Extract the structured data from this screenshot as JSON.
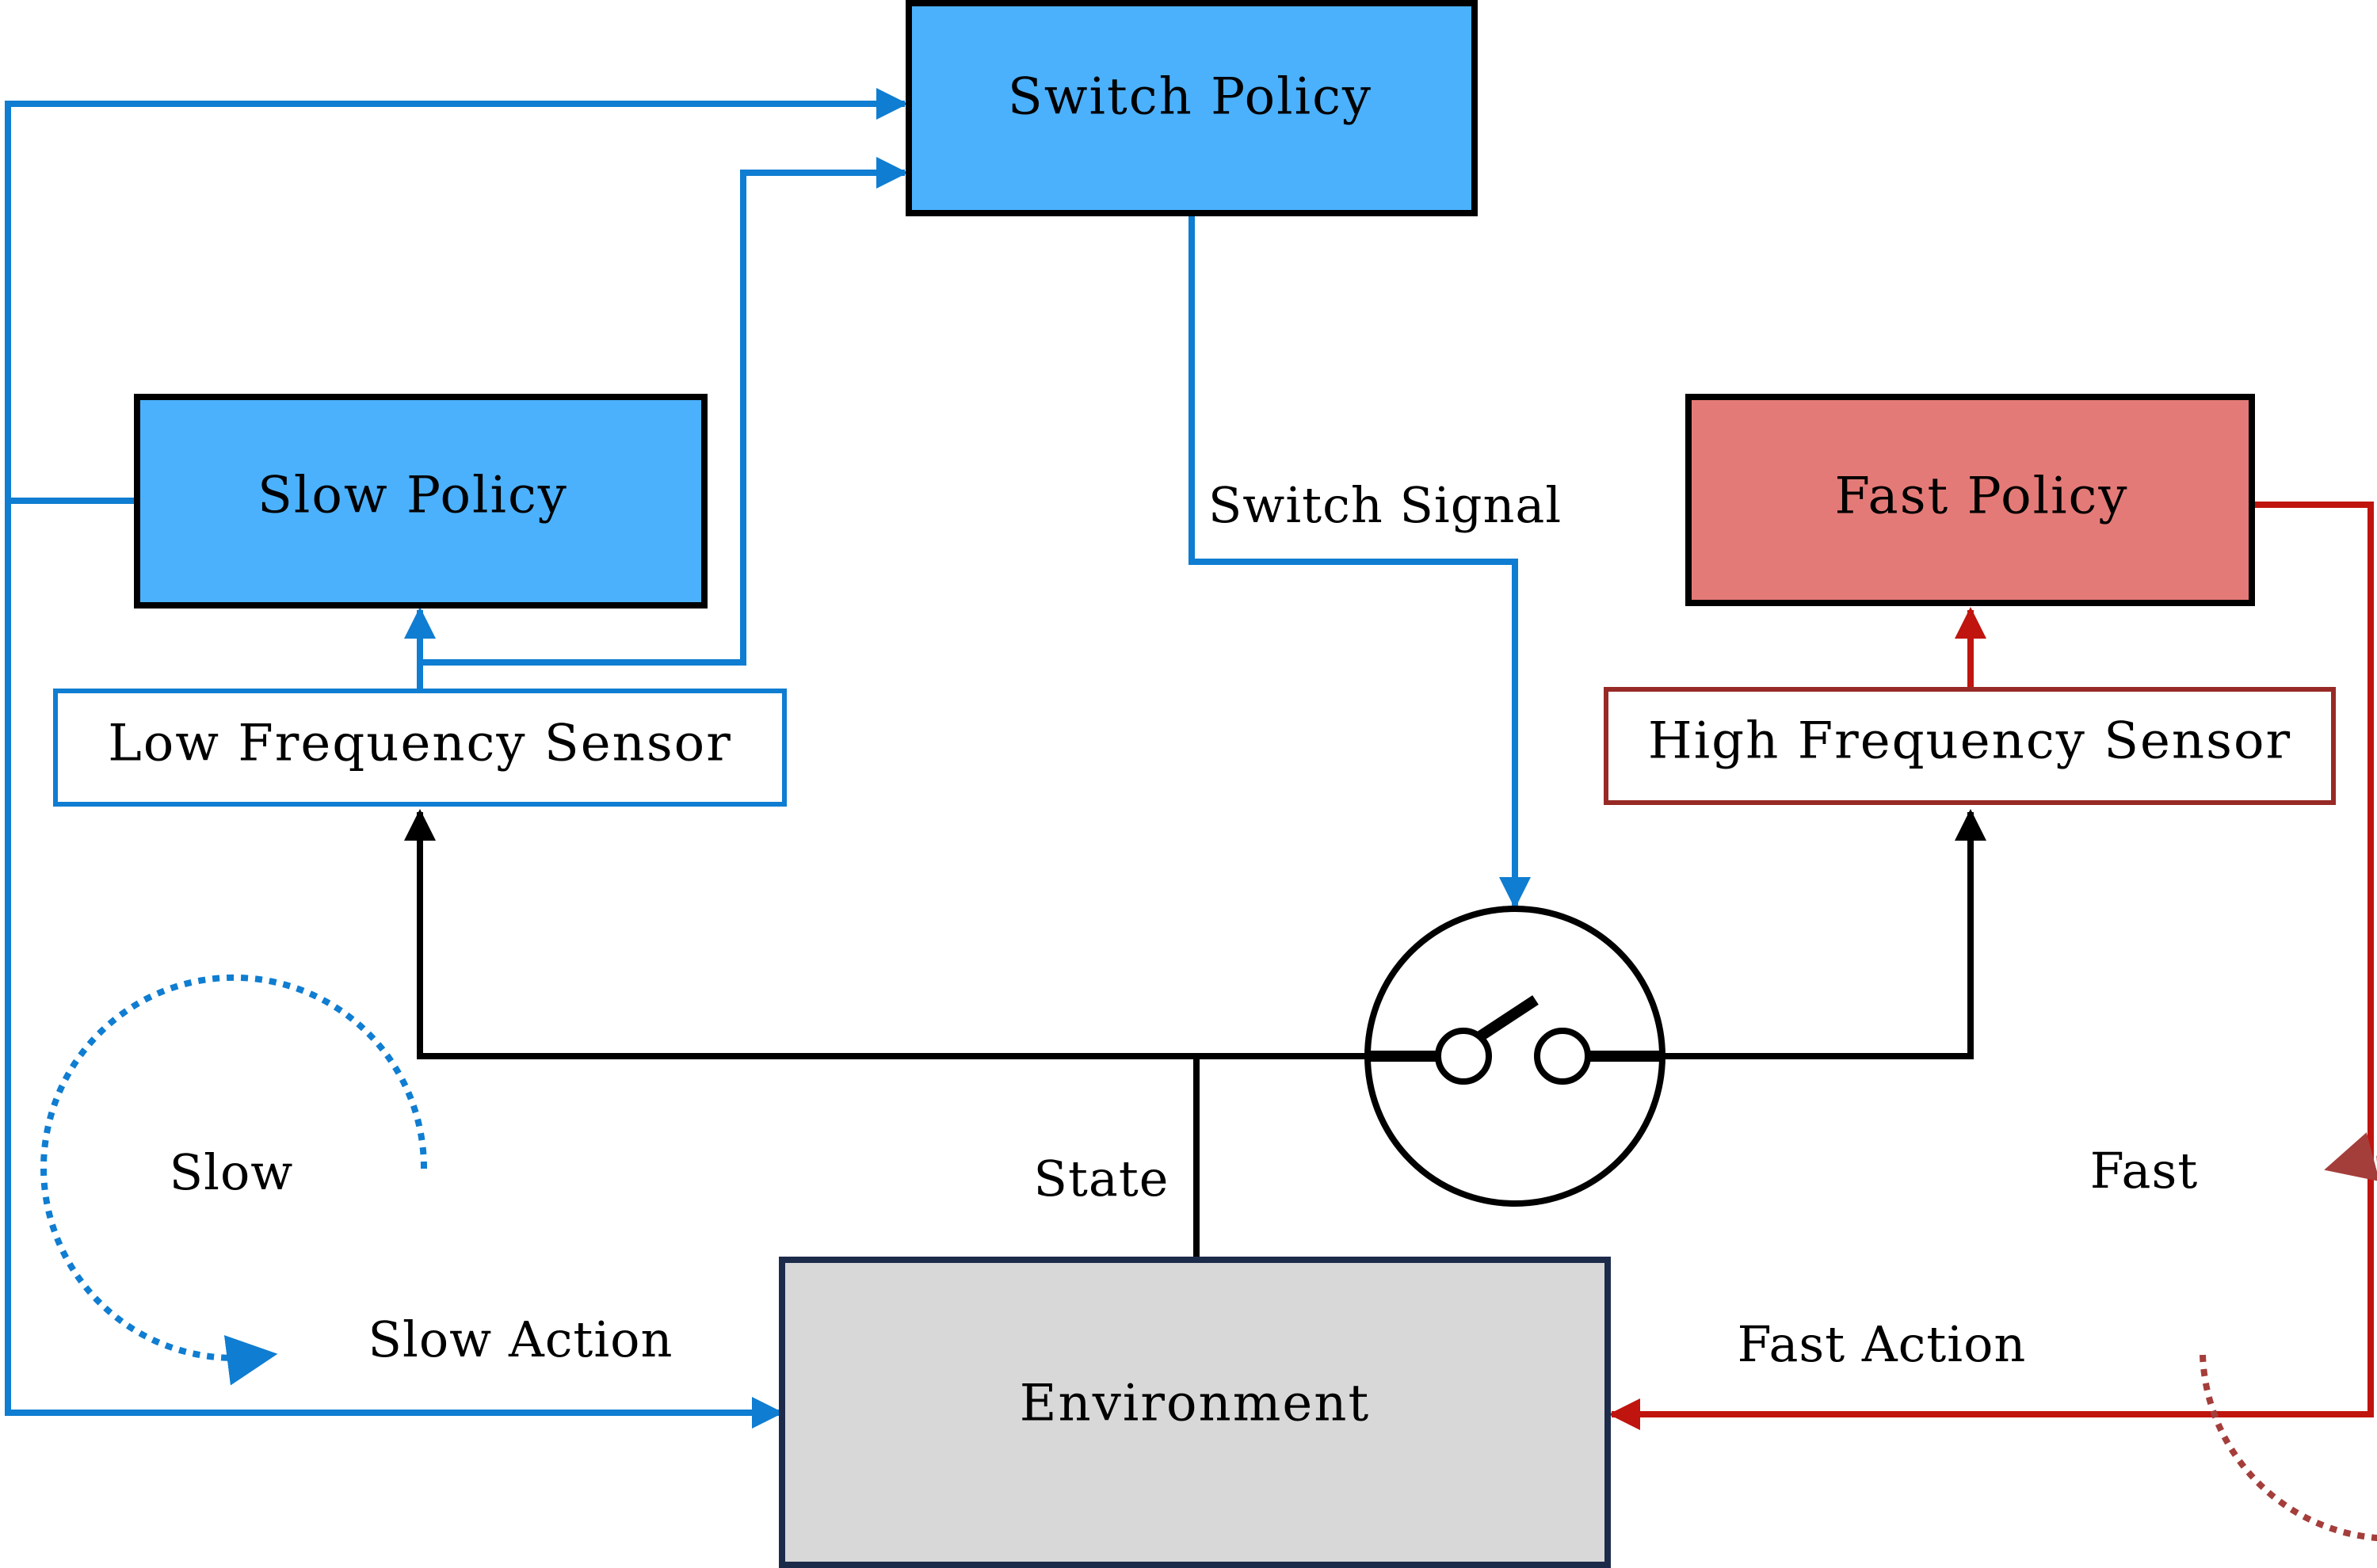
{
  "nodes": {
    "switch_policy": {
      "label": "Switch Policy"
    },
    "slow_policy": {
      "label": "Slow Policy"
    },
    "fast_policy": {
      "label": "Fast Policy"
    },
    "low_frequency_sensor": {
      "label": "Low Frequency Sensor"
    },
    "high_frequency_sensor": {
      "label": "High Frequency Sensor"
    },
    "environment": {
      "label": "Environment"
    }
  },
  "edges": {
    "switch_signal": {
      "label": "Switch Signal"
    },
    "state": {
      "label": "State"
    },
    "slow_action": {
      "label": "Slow Action"
    },
    "fast_action": {
      "label": "Fast Action"
    }
  },
  "loops": {
    "slow": {
      "label": "Slow"
    },
    "fast": {
      "label": "Fast"
    }
  },
  "colors": {
    "blue_fill": "#4BB1FD",
    "blue_line": "#0F7DD1",
    "red_fill": "#E47A77",
    "red_line": "#C0140F",
    "dark_red_border": "#972A26",
    "dotted_red": "#A43E3B",
    "env_fill": "#D8D8D8",
    "env_border": "#1D2B4B",
    "black": "#000000"
  }
}
